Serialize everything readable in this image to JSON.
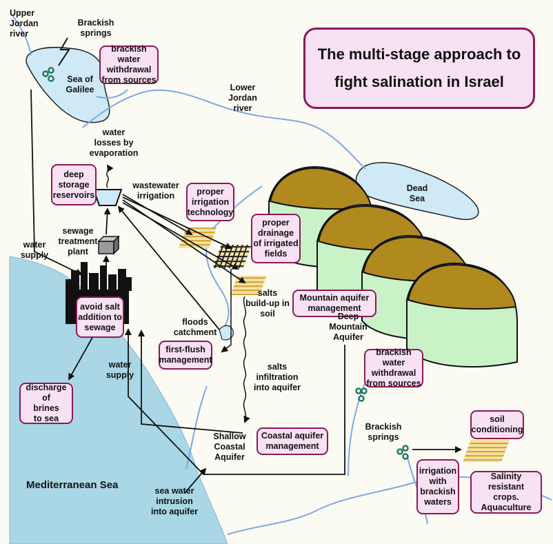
{
  "title": "The multi-stage approach to\nfight salination in Israel",
  "colors": {
    "box_fill": "#f8e1f2",
    "box_border": "#8a1a55",
    "water": "#cfe9f7",
    "river": "#7fa6e6",
    "hill_green": "#c9f2c6",
    "hill_top": "#b08a1e",
    "sea": "#a9d7e6"
  },
  "boxes": {
    "brackish_withdrawal_top": "brackish water\nwithdrawal\nfrom sources",
    "deep_storage": "deep\nstorage\nreservoirs",
    "proper_irrigation": "proper\nirrigation\ntechnology",
    "proper_drainage": "proper\ndrainage\nof irrigated\nfields",
    "mountain_aquifer_mgmt": "Mountain aquifer\nmanagement",
    "avoid_salt": "avoid salt\naddition to\nsewage",
    "first_flush": "first-flush\nmanagement",
    "discharge_brines": "discharge of\nbrines\nto sea",
    "brackish_withdrawal_right": "brackish water\nwithdrawal\nfrom sources",
    "coastal_aquifer_mgmt": "Coastal aquifer\nmanagement",
    "soil_conditioning": "soil\nconditioning",
    "irrigation_brackish": "irrigation\nwith\nbrackish\nwaters",
    "salinity_resistant": "Salinity resistant\ncrops.\nAquaculture"
  },
  "labels": {
    "upper_jordan": "Upper\nJordan\nriver",
    "brackish_springs_top": "Brackish\nsprings",
    "sea_of_galilee": "Sea of\nGalilee",
    "lower_jordan": "Lower\nJordan\nriver",
    "water_losses": "water\nlosses by\nevaporation",
    "wastewater_irrigation": "wastewater\nirrigation",
    "dead_sea": "Dead\nSea",
    "sewage_plant": "sewage\ntreatment\nplant",
    "water_supply_left": "water\nsupply",
    "salts_buildup": "salts\nbuild-up in\nsoil",
    "deep_mountain_aquifer": "Deep\nMountain\nAquifer",
    "floods_catchment": "floods\ncatchment",
    "water_supply_mid": "water\nsupply",
    "salts_infiltration": "salts\ninfiltration\ninto aquifer",
    "brackish_springs_right": "Brackish\nsprings",
    "shallow_coastal": "Shallow\nCoastal\nAquifer",
    "sea_water_intrusion": "sea water\nintrusion\ninto aquifer",
    "mediterranean": "Mediterranean Sea"
  }
}
